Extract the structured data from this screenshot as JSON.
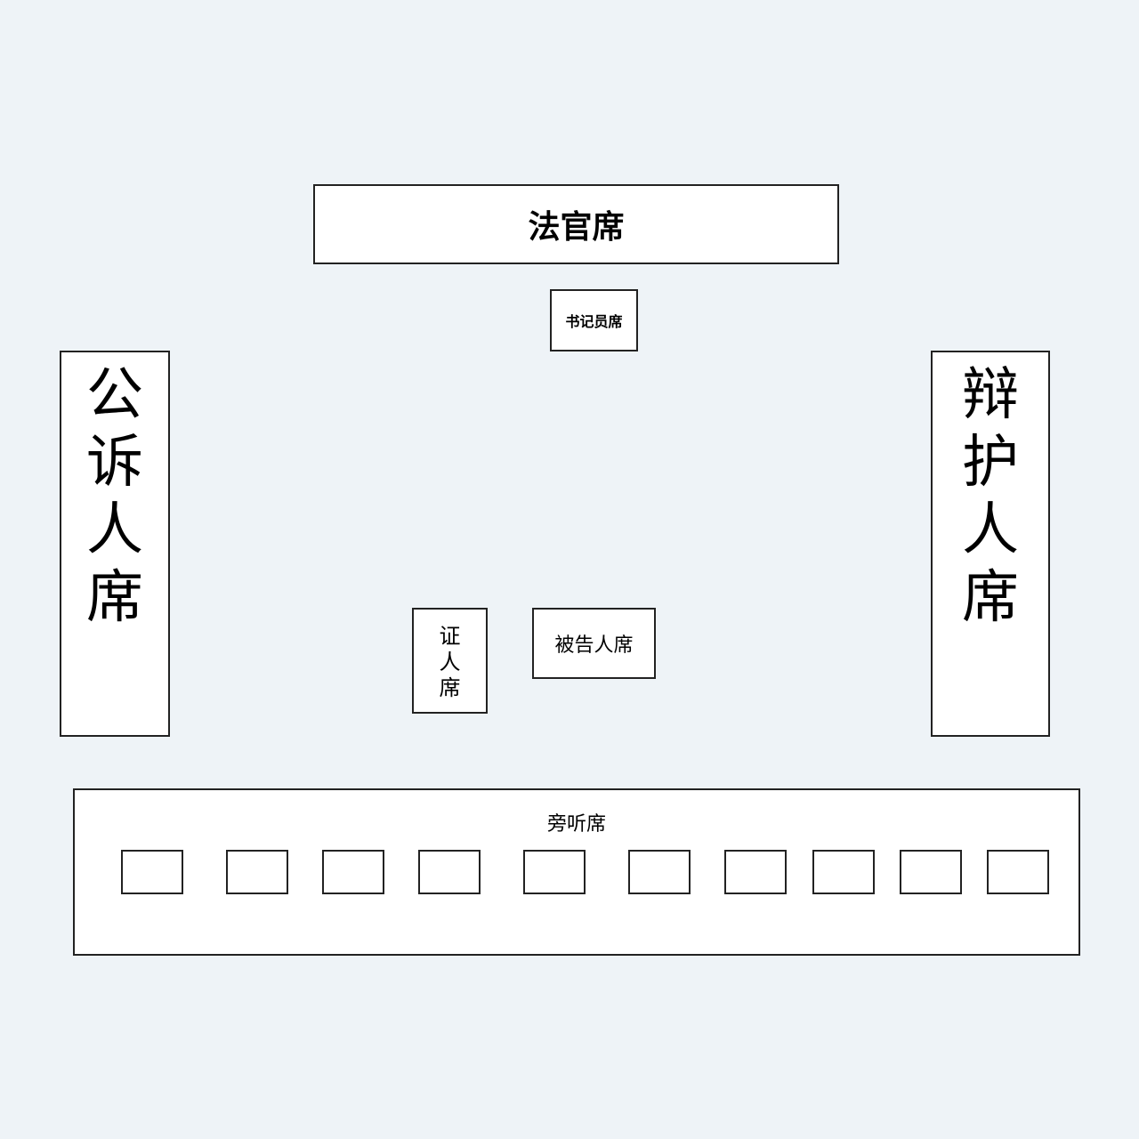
{
  "judge": {
    "label": "法官席"
  },
  "clerk": {
    "label": "书记员席"
  },
  "prosecutor": {
    "chars": [
      "公",
      "诉",
      "人",
      "席"
    ]
  },
  "defense": {
    "chars": [
      "辩",
      "护",
      "人",
      "席"
    ]
  },
  "witness": {
    "chars": [
      "证",
      "人",
      "席"
    ]
  },
  "defendant": {
    "label": "被告人席"
  },
  "gallery": {
    "label": "旁听席",
    "seat_count": 10
  }
}
